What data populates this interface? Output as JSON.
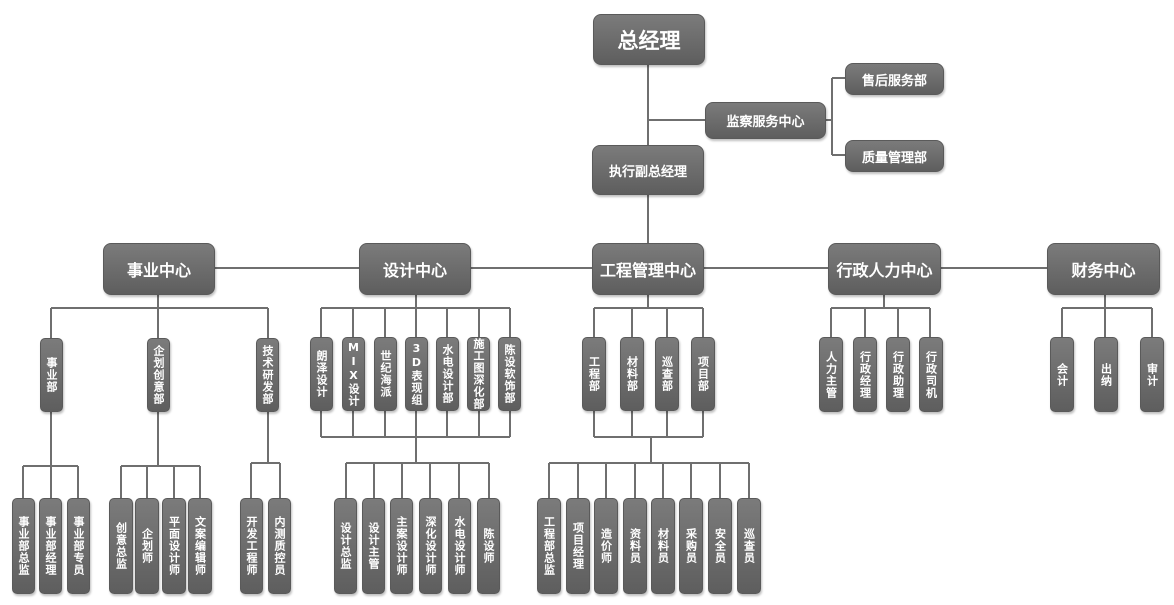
{
  "org_chart": {
    "root": "总经理",
    "supervision_center": {
      "name": "监察服务中心",
      "children": [
        "售后服务部",
        "质量管理部"
      ]
    },
    "executive_vp": "执行副总经理",
    "centers": [
      {
        "name": "事业中心",
        "departments": [
          {
            "name": "事业部",
            "roles": [
              "事业部总监",
              "事业部经理",
              "事业部专员"
            ]
          },
          {
            "name": "企划创意部",
            "roles": [
              "创意总监",
              "企划师",
              "平面设计师",
              "文案编辑师"
            ]
          },
          {
            "name": "技术研发部",
            "roles": [
              "开发工程师",
              "内测质控员"
            ]
          }
        ]
      },
      {
        "name": "设计中心",
        "departments": [
          "朗泽设计",
          "MIX设计",
          "世纪海派",
          "3D表现组",
          "水电设计部",
          "施工图深化部",
          "陈设软饰部"
        ],
        "roles": [
          "设计总监",
          "设计主管",
          "主案设计师",
          "深化设计师",
          "水电设计师",
          "陈设师"
        ]
      },
      {
        "name": "工程管理中心",
        "departments": [
          "工程部",
          "材料部",
          "巡查部",
          "项目部"
        ],
        "roles": [
          "工程部总监",
          "项目经理",
          "造价师",
          "资料员",
          "材料员",
          "采购员",
          "安全员",
          "巡查员"
        ]
      },
      {
        "name": "行政人力中心",
        "roles": [
          "人力主管",
          "行政经理",
          "行政助理",
          "行政司机"
        ]
      },
      {
        "name": "财务中心",
        "roles": [
          "会计",
          "出纳",
          "审计"
        ]
      }
    ]
  }
}
